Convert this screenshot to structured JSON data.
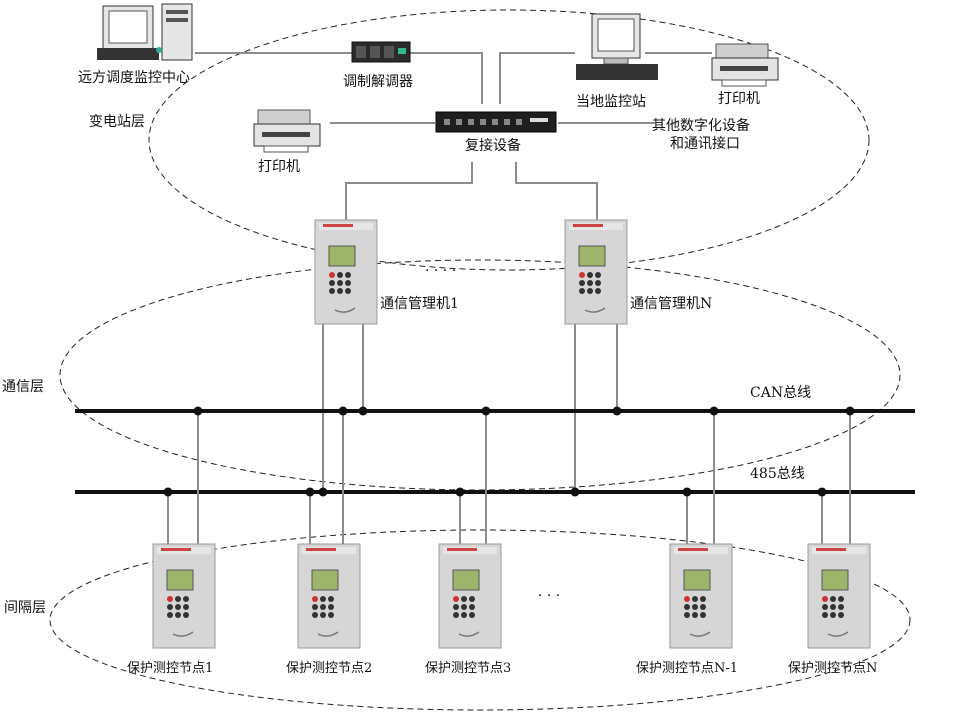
{
  "layers": {
    "station": "变电站层",
    "comm": "通信层",
    "bay": "间隔层"
  },
  "station": {
    "remote_center": "远方调度监控中心",
    "modem": "调制解调器",
    "local_station": "当地监控站",
    "printer_right": "打印机",
    "printer_left": "打印机",
    "switch": "复接设备",
    "other_line1": "其他数字化设备",
    "other_line2": "和通讯接口"
  },
  "comm": {
    "manager1": "通信管理机1",
    "managerN": "通信管理机N",
    "ellipsis": "· · · ·",
    "can_bus": "CAN总线",
    "rs485_bus": "485总线"
  },
  "bay": {
    "nodes": [
      "保护测控节点1",
      "保护测控节点2",
      "保护测控节点3",
      "保护测控节点N-1",
      "保护测控节点N"
    ],
    "ellipsis": "·   ·   ·"
  },
  "colors": {
    "bus": "#111111",
    "wire": "#8c8c8c",
    "dash": "#222222",
    "device_body": "#d9d9d9",
    "lcd": "#9db56a"
  }
}
